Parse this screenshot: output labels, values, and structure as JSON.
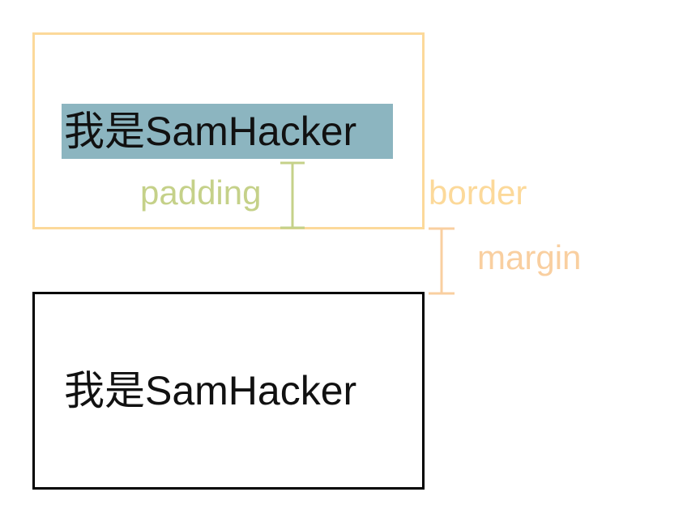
{
  "diagram": {
    "top_box": {
      "content_text": "我是SamHacker",
      "border_color": "#FCD99A",
      "content_background_color": "#8CB5C0"
    },
    "labels": {
      "padding": "padding",
      "border": "border",
      "margin": "margin"
    },
    "label_colors": {
      "padding": "#C5D189",
      "border": "#FCD99A",
      "margin": "#F9CFA0"
    },
    "indicators": {
      "padding_icon": "vertical-dimension-icon",
      "margin_icon": "vertical-dimension-icon"
    },
    "bottom_box": {
      "content_text": "我是SamHacker",
      "border_color": "#000000"
    }
  }
}
